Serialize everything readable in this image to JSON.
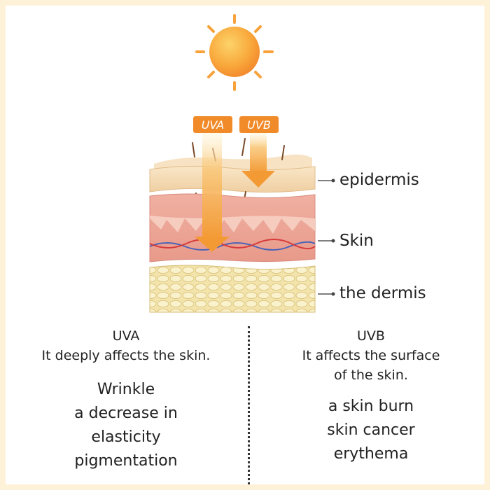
{
  "colors": {
    "background": "#fdf1d8",
    "sun": "#f7a23a",
    "arrow": "#f6a33c",
    "badge": "#f18b2a",
    "epidermis": "#f6dcb6",
    "skin": "#f2b2a4",
    "dermis": "#f1e2a8"
  },
  "icons": [
    "sun-icon",
    "uva-arrow-icon",
    "uvb-arrow-icon"
  ],
  "badges": {
    "uva": "UVA",
    "uvb": "UVB"
  },
  "layers": [
    "epidermis",
    "Skin",
    "the dermis"
  ],
  "uva": {
    "name": "UVA",
    "description": "It deeply affects the skin.",
    "effects": [
      "Wrinkle",
      "a decrease in",
      "elasticity",
      "pigmentation"
    ]
  },
  "uvb": {
    "name": "UVB",
    "description_lines": [
      "It affects the surface",
      "of the skin."
    ],
    "effects": [
      "a skin burn",
      "skin cancer",
      "erythema"
    ]
  }
}
